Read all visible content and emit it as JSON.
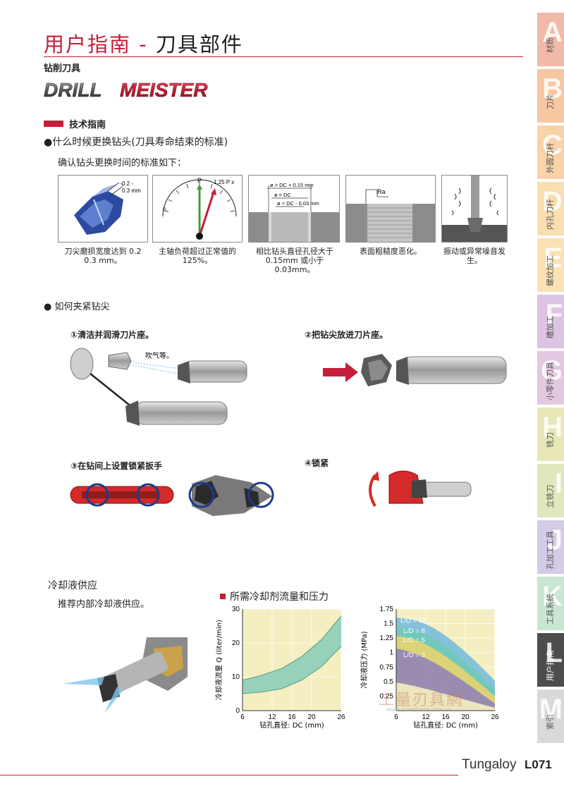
{
  "header": {
    "title_main": "用户指南 - ",
    "title_sub": "刀具部件"
  },
  "subtitle": "钻削刀具",
  "logo": {
    "part1": "DRILL",
    "part2": "MEISTER"
  },
  "section": {
    "heading": "技术指南"
  },
  "replace": {
    "question": "●什么时候更换钻头(刀具寿命结束的标准)",
    "intro": "确认钻头更换时间的标准如下：",
    "figures": [
      {
        "caption": "刀尖磨损宽度达到 0.2\n0.3 mm。",
        "labels": [
          "0.2 -",
          "0.3 mm"
        ]
      },
      {
        "caption": "主轴负荷超过正常值的\n125%。",
        "labels": [
          "P",
          "1.25 P x",
          "0"
        ]
      },
      {
        "caption": "相比钻头直径孔径大于\n0.15mm 或小于 0.03mm。",
        "labels": [
          "ø > DC + 0.15 mm",
          "ø = DC",
          "ø < DC - 0.03 mm"
        ]
      },
      {
        "caption": "表面粗糙度恶化。",
        "labels": [
          "Ra"
        ]
      },
      {
        "caption": "振动或异常噪音发\n生。",
        "labels": []
      }
    ]
  },
  "clamp": {
    "question": "● 如何夹紧钻尖",
    "steps": [
      "①清洁并润滑刀片座。",
      "②把钻尖放进刀片座。",
      "③在钻间上设置锁紧扳手",
      "④锁紧"
    ],
    "air_note": "吹气等。"
  },
  "coolant": {
    "title": "冷却液供应",
    "subtitle": "推荐内部冷却液供应。",
    "graph_title": "所需冷却剂流量和压力",
    "colors": {
      "flow_band": "#7fc9b8",
      "bg": "#f5eec0"
    }
  },
  "chart_data": [
    {
      "type": "area",
      "title": "",
      "xlabel": "钻孔直径: DC (mm)",
      "ylabel": "冷却液流量 Q (liter/min)",
      "xlim": [
        6,
        26
      ],
      "ylim": [
        0,
        30
      ],
      "xticks": [
        6,
        12,
        16,
        20,
        26
      ],
      "yticks": [
        0,
        10,
        20,
        30
      ],
      "series": [
        {
          "name": "",
          "x": [
            6,
            10,
            14,
            18,
            22,
            26
          ],
          "lower": [
            5,
            5.5,
            6.5,
            9,
            13,
            19
          ],
          "upper": [
            9,
            10.5,
            12.5,
            16,
            21,
            28
          ]
        }
      ]
    },
    {
      "type": "area",
      "title": "",
      "xlabel": "钻孔直径: DC (mm)",
      "ylabel": "冷却液压力 (MPa)",
      "xlim": [
        6,
        26
      ],
      "ylim": [
        0,
        1.75
      ],
      "xticks": [
        6,
        12,
        16,
        20,
        26
      ],
      "yticks": [
        0.25,
        0.5,
        0.75,
        1,
        1.25,
        1.5,
        1.75
      ],
      "series": [
        {
          "name": "L/D = 12",
          "color": "#2e8fd0"
        },
        {
          "name": "L/D = 8",
          "color": "#49b9a8"
        },
        {
          "name": "L/D = 5",
          "color": "#e9c94a"
        },
        {
          "name": "L/D = 3",
          "color": "#6a5aa8"
        }
      ]
    }
  ],
  "tabs": [
    {
      "letter": "A",
      "label": "材质",
      "color": "#f2b8a8"
    },
    {
      "letter": "B",
      "label": "刀片",
      "color": "#f6c7a3"
    },
    {
      "letter": "C",
      "label": "外圆刀杆",
      "color": "#f8d3a8"
    },
    {
      "letter": "D",
      "label": "内孔刀杆",
      "color": "#f8deb0"
    },
    {
      "letter": "E",
      "label": "螺纹加工",
      "color": "#fae2b3"
    },
    {
      "letter": "F",
      "label": "槽加工",
      "color": "#dcc4e2"
    },
    {
      "letter": "G",
      "label": "小零件刀具",
      "color": "#e2c8e0"
    },
    {
      "letter": "H",
      "label": "铣刀",
      "color": "#e7e7b8"
    },
    {
      "letter": "I",
      "label": "立铣刀",
      "color": "#e1e6bc"
    },
    {
      "letter": "J",
      "label": "孔加工工具",
      "color": "#d4cce6"
    },
    {
      "letter": "K",
      "label": "工具系统",
      "color": "#c9e6d2"
    },
    {
      "letter": "L",
      "label": "用户指南",
      "color": "#4d4d4d"
    },
    {
      "letter": "M",
      "label": "索引",
      "color": "#d9d9d9"
    }
  ],
  "footer": {
    "brand": "Tungaloy",
    "page": "L071"
  },
  "watermark": {
    "text": "工量刃具網",
    "url": "www.gongliang.com.cn"
  }
}
